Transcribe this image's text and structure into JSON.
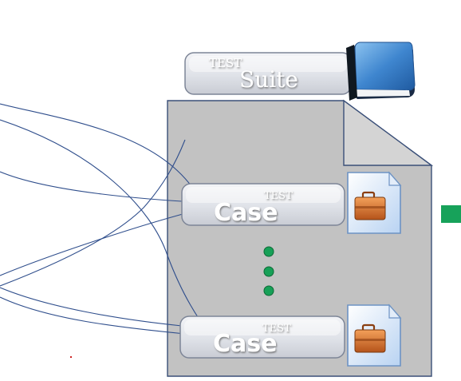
{
  "suite": {
    "small": "TEST",
    "big": "Suite"
  },
  "cases": [
    {
      "small": "TEST",
      "big": "Case"
    },
    {
      "small": "TEST",
      "big": "Case"
    }
  ],
  "icons": {
    "suite": "blue-book-icon",
    "case": "briefcase-document-icon"
  },
  "colors": {
    "background": "#ffffff",
    "page_fill": "#c2c2c2",
    "page_border": "#3a4f78",
    "connector": "#2f4e8c",
    "dots": "#17a057",
    "green_square": "#17a25a",
    "tag_fill": "#e3e6ec",
    "tag_text_small": "#ffffff",
    "tag_text_big": "#ffffff",
    "book_blue": "#3f86cf",
    "briefcase": "#c0621f",
    "red_mark": "#cc2222"
  }
}
